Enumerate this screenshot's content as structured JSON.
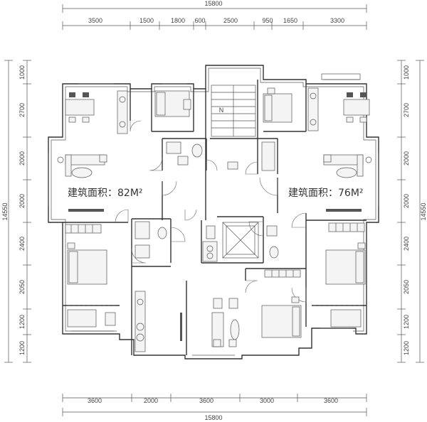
{
  "dimensions": {
    "top_total": "15800",
    "top_segments": [
      "3500",
      "1500",
      "1800",
      "600",
      "2500",
      "950",
      "1650",
      "3300"
    ],
    "bottom_segments": [
      "3600",
      "2000",
      "3600",
      "3000",
      "3600"
    ],
    "bottom_total": "15800",
    "left_segments": [
      "1000",
      "2700",
      "2000",
      "2000",
      "2400",
      "2050",
      "1200",
      "1200"
    ],
    "left_total": "14550",
    "right_segments": [
      "1000",
      "2700",
      "2000",
      "2000",
      "2400",
      "2050",
      "1200",
      "1200"
    ],
    "right_total": "14550"
  },
  "units": {
    "left_area_label": "建筑面积：82M²",
    "right_area_label": "建筑面积：76M²"
  },
  "stair_marker": "N"
}
